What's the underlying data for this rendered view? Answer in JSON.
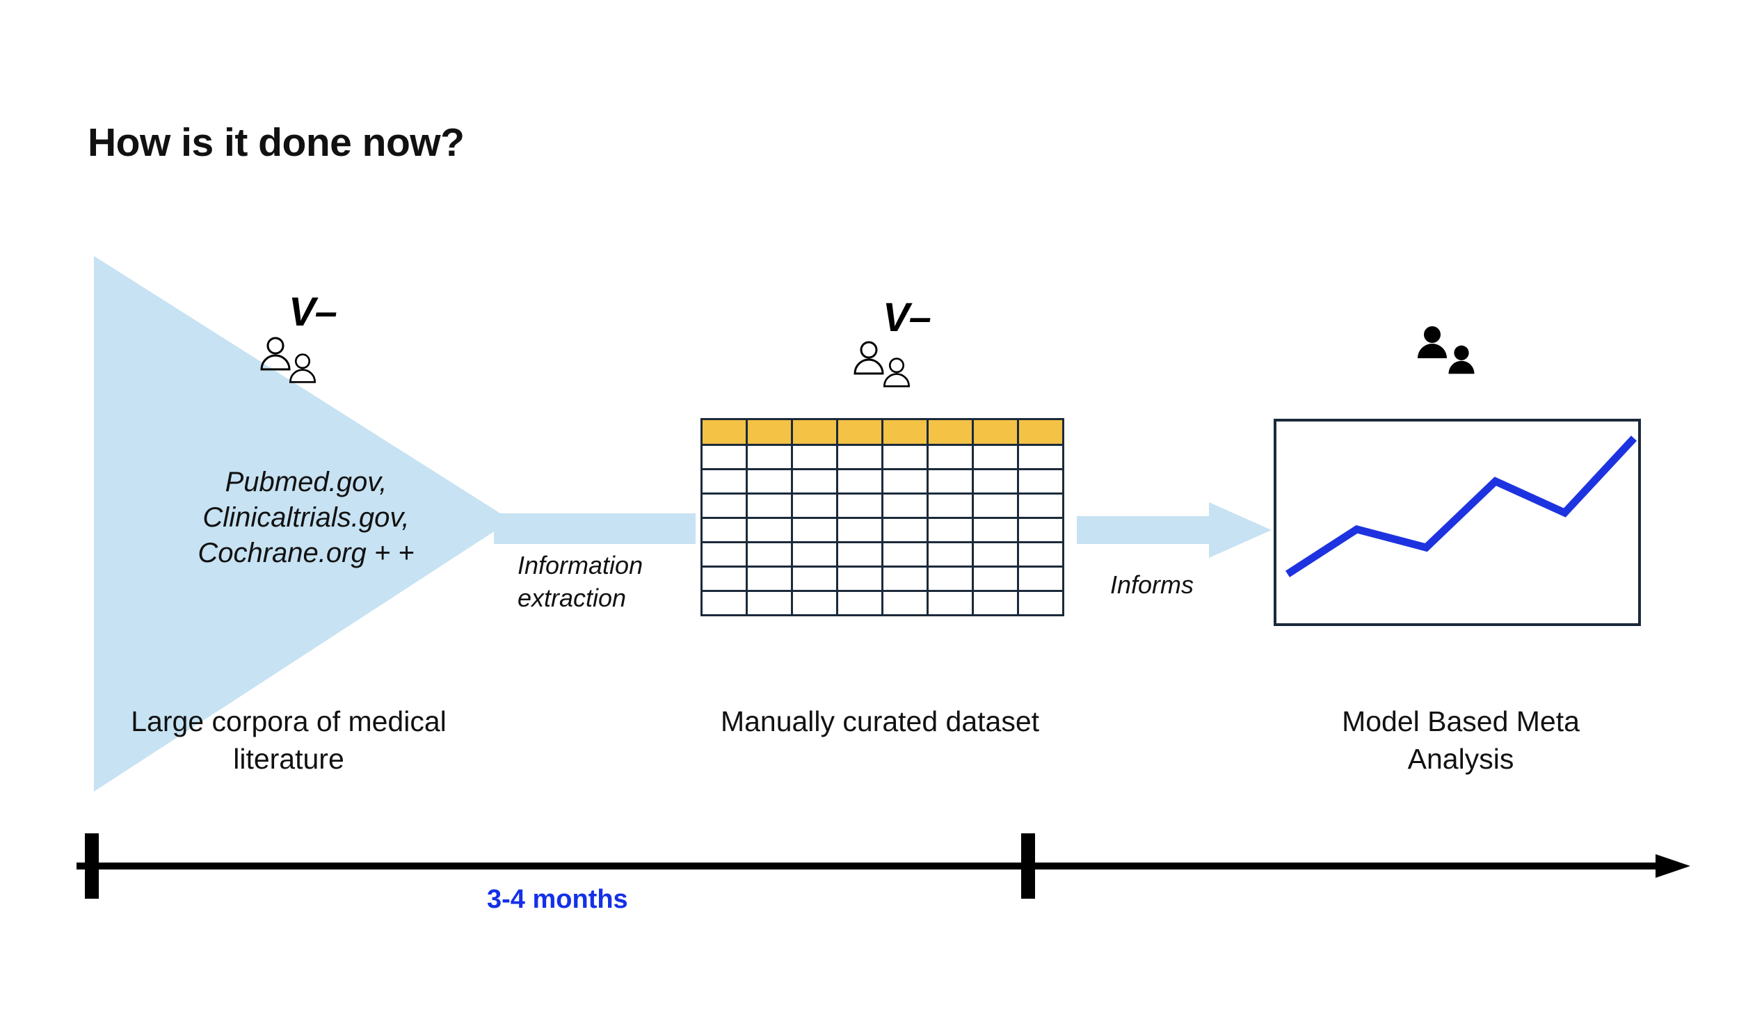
{
  "slide": {
    "title": "How is it done now?",
    "background_color": "#ffffff"
  },
  "palette": {
    "funnel_fill": "#c7e2f2",
    "arrow_fill": "#c7e2f2",
    "table_header_fill": "#f4c245",
    "stroke_dark": "#1b2a3a",
    "chart_line": "#1e33e0",
    "timeline_label": "#1430e8",
    "text": "#111111"
  },
  "stages": [
    {
      "id": "corpora",
      "caption": "Large corpora of medical literature",
      "shape": "funnel",
      "sources_text": "Pubmed.gov, Clinicaltrials.gov, Cochrane.org + +",
      "sources": [
        "Pubmed.gov,",
        "Clinicaltrials.gov,",
        "Cochrane.org + +"
      ],
      "people": {
        "icon": "person-outline-icon",
        "count": 2,
        "annotation_glyph": "V–"
      }
    },
    {
      "id": "dataset",
      "caption": "Manually curated dataset",
      "shape": "table",
      "table": {
        "columns": 8,
        "rows": 8,
        "header_row_index": 0,
        "header_fill": "#f4c245",
        "cells_empty": true
      },
      "people": {
        "icon": "person-outline-icon",
        "count": 2,
        "annotation_glyph": "V–"
      }
    },
    {
      "id": "mbma",
      "caption": "Model Based Meta Analysis",
      "shape": "line-chart",
      "people": {
        "icon": "person-filled-icon",
        "count": 2,
        "annotation_glyph": ""
      }
    }
  ],
  "connectors": [
    {
      "id": "information-extraction",
      "label": "Information extraction",
      "from": "corpora",
      "to": "dataset"
    },
    {
      "id": "informs",
      "label": "Informs",
      "from": "dataset",
      "to": "mbma"
    }
  ],
  "timeline": {
    "duration_label": "3-4 months",
    "tick_count": 2,
    "tick_positions_pct": [
      0,
      59
    ],
    "arrow_direction": "right"
  },
  "chart_data": {
    "type": "line",
    "title": "Model Based Meta Analysis",
    "xlabel": "",
    "ylabel": "",
    "x": [
      0,
      1,
      2,
      3,
      4,
      5,
      6
    ],
    "values": [
      18,
      45,
      34,
      74,
      55,
      100
    ],
    "series": [
      {
        "name": "trend",
        "values": [
          18,
          45,
          34,
          74,
          55,
          100
        ],
        "color": "#1e33e0"
      }
    ],
    "xlim": [
      0,
      5
    ],
    "ylim": [
      0,
      100
    ],
    "grid": false,
    "axis_ticks": false,
    "legend": "none"
  }
}
